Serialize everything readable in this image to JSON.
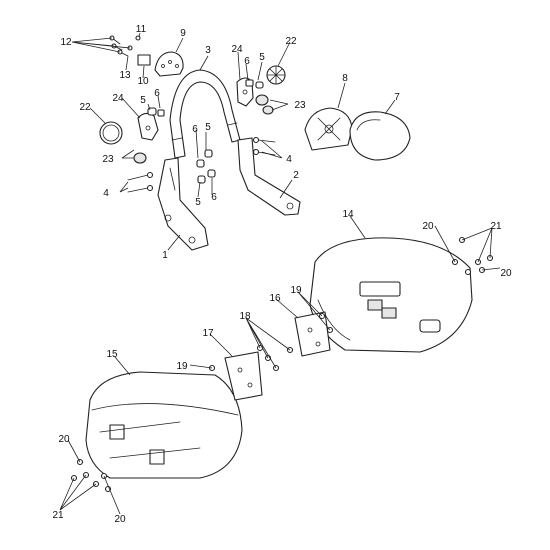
{
  "colors": {
    "line": "#222222",
    "background": "#ffffff",
    "shade": "#e6e6e6"
  },
  "callouts": {
    "c1": "1",
    "c2": "2",
    "c3": "3",
    "c4a": "4",
    "c4b": "4",
    "c5a": "5",
    "c5b": "5",
    "c5c": "5",
    "c5d": "5",
    "c6a": "6",
    "c6b": "6",
    "c6c": "6",
    "c6d": "6",
    "c7": "7",
    "c8": "8",
    "c9": "9",
    "c10": "10",
    "c11": "11",
    "c12": "12",
    "c13": "13",
    "c14": "14",
    "c15": "15",
    "c16": "16",
    "c17": "17",
    "c18": "18",
    "c19a": "19",
    "c19b": "19",
    "c20a": "20",
    "c20b": "20",
    "c20c": "20",
    "c20d": "20",
    "c21a": "21",
    "c21b": "21",
    "c22a": "22",
    "c22b": "22",
    "c23a": "23",
    "c23b": "23",
    "c24a": "24",
    "c24b": "24"
  }
}
